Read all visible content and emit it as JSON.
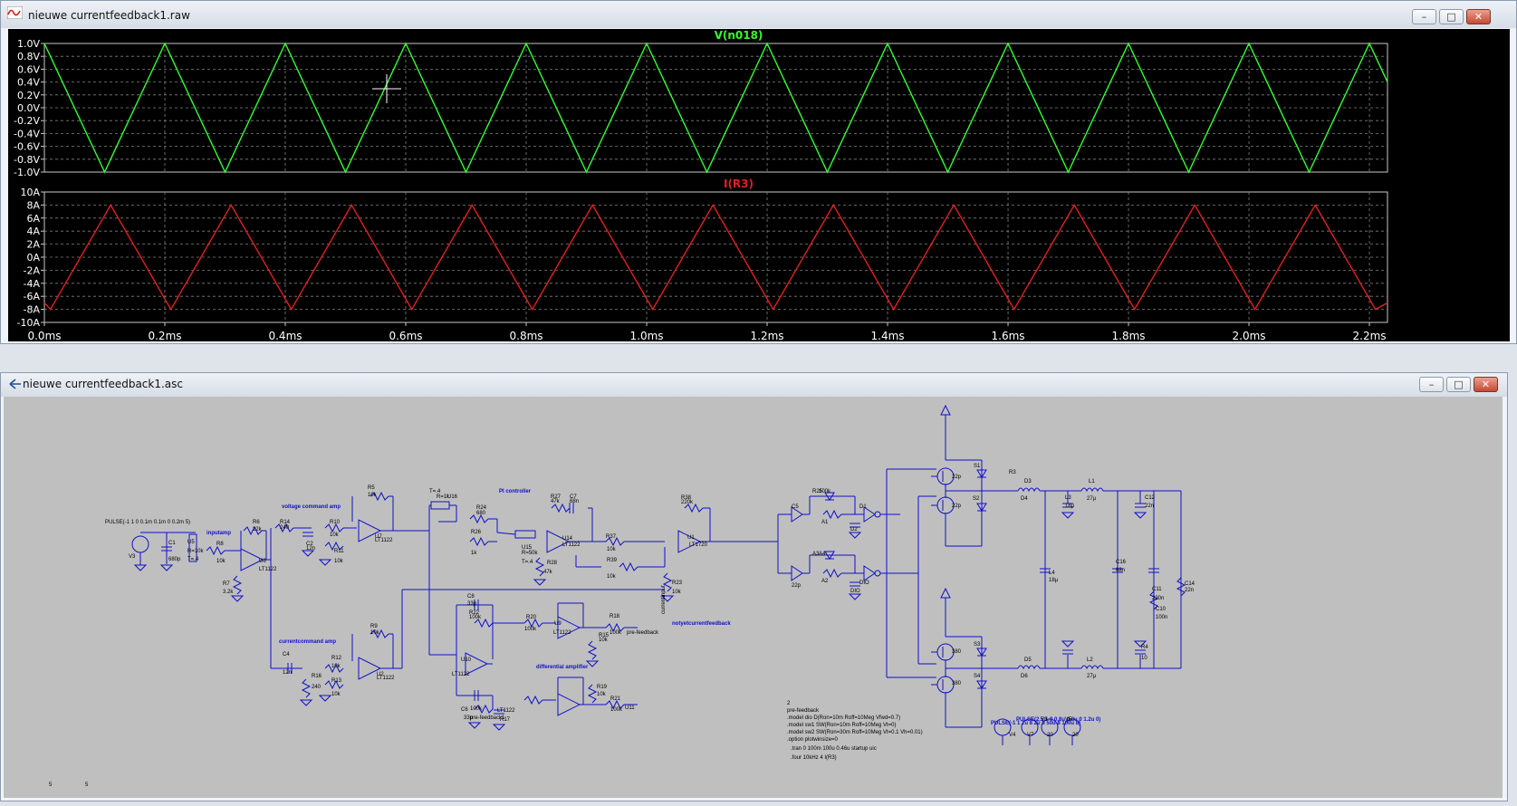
{
  "waveform_window": {
    "title": "nieuwe currentfeedback1.raw",
    "controls": {
      "minimize": "–",
      "maximize": "□",
      "close": "✕"
    }
  },
  "schematic_window": {
    "title": "nieuwe currentfeedback1.asc",
    "controls": {
      "minimize": "–",
      "maximize": "□",
      "close": "✕"
    }
  },
  "chart_data": [
    {
      "type": "line",
      "title": "V(n018)",
      "color": "#33ff33",
      "y_ticks": [
        "1.0V",
        "0.8V",
        "0.6V",
        "0.4V",
        "0.2V",
        "0.0V",
        "-0.2V",
        "-0.4V",
        "-0.6V",
        "-0.8V",
        "-1.0V"
      ],
      "ylim": [
        -1.0,
        1.0
      ],
      "xlim_ms": [
        0,
        2.23
      ],
      "x_ticks": [
        "0.0ms",
        "0.2ms",
        "0.4ms",
        "0.6ms",
        "0.8ms",
        "1.0ms",
        "1.2ms",
        "1.4ms",
        "1.6ms",
        "1.8ms",
        "2.0ms",
        "2.2ms"
      ],
      "series": [
        {
          "name": "V(n018)",
          "x_ms": [
            0,
            0.1,
            0.2,
            0.3,
            0.4,
            0.5,
            0.6,
            0.7,
            0.8,
            0.9,
            1.0,
            1.1,
            1.2,
            1.3,
            1.4,
            1.5,
            1.6,
            1.7,
            1.8,
            1.9,
            2.0,
            2.1,
            2.2,
            2.23
          ],
          "y": [
            1,
            -1,
            1,
            -1,
            1,
            -1,
            1,
            -1,
            1,
            -1,
            1,
            -1,
            1,
            -1,
            1,
            -1,
            1,
            -1,
            1,
            -1,
            1,
            -1,
            1,
            0.4
          ]
        }
      ]
    },
    {
      "type": "line",
      "title": "I(R3)",
      "color": "#e02020",
      "y_ticks": [
        "10A",
        "8A",
        "6A",
        "4A",
        "2A",
        "0A",
        "-2A",
        "-4A",
        "-6A",
        "-8A",
        "-10A"
      ],
      "ylim": [
        -10,
        10
      ],
      "xlim_ms": [
        0,
        2.23
      ],
      "x_ticks": [
        "0.0ms",
        "0.2ms",
        "0.4ms",
        "0.6ms",
        "0.8ms",
        "1.0ms",
        "1.2ms",
        "1.4ms",
        "1.6ms",
        "1.8ms",
        "2.0ms",
        "2.2ms"
      ],
      "series": [
        {
          "name": "I(R3)",
          "x_ms": [
            0,
            0.01,
            0.11,
            0.21,
            0.31,
            0.41,
            0.51,
            0.61,
            0.71,
            0.81,
            0.91,
            1.01,
            1.11,
            1.21,
            1.31,
            1.41,
            1.51,
            1.61,
            1.71,
            1.81,
            1.91,
            2.01,
            2.11,
            2.21,
            2.23
          ],
          "y": [
            -7,
            -8,
            8,
            -8,
            8,
            -8,
            8,
            -8,
            8,
            -8,
            8,
            -8,
            8,
            -8,
            8,
            -8,
            8,
            -8,
            8,
            -8,
            8,
            -8,
            8,
            -8,
            -7
          ]
        }
      ]
    }
  ],
  "schematic": {
    "labels": [
      {
        "text": "PULSE(-1 1 0 0.1m 0.1m 0 0.2m 5)",
        "blue": false
      },
      {
        "text": "V3",
        "blue": false
      },
      {
        "text": "C1",
        "blue": false
      },
      {
        "text": "680p",
        "blue": false
      },
      {
        "text": "U5",
        "blue": false
      },
      {
        "text": "R=10k",
        "blue": false
      },
      {
        "text": "T=.4",
        "blue": false
      },
      {
        "text": "R8",
        "blue": false
      },
      {
        "text": "10k",
        "blue": false
      },
      {
        "text": "inputamp",
        "blue": true
      },
      {
        "text": "R6",
        "blue": false
      },
      {
        "text": "22k",
        "blue": false
      },
      {
        "text": "U6",
        "blue": false
      },
      {
        "text": "LT1122",
        "blue": false
      },
      {
        "text": "R7",
        "blue": false
      },
      {
        "text": "3.2k",
        "blue": false
      },
      {
        "text": "R14",
        "blue": false
      },
      {
        "text": "240",
        "blue": false
      },
      {
        "text": "voltage command amp",
        "blue": true
      },
      {
        "text": "C2",
        "blue": false
      },
      {
        "text": "12n",
        "blue": false
      },
      {
        "text": "R10",
        "blue": false
      },
      {
        "text": "10k",
        "blue": false
      },
      {
        "text": "R11",
        "blue": false
      },
      {
        "text": "10k",
        "blue": false
      },
      {
        "text": "R5",
        "blue": false
      },
      {
        "text": "10k",
        "blue": false
      },
      {
        "text": "U7",
        "blue": false
      },
      {
        "text": "LT1122",
        "blue": false
      },
      {
        "text": "currentcommand amp",
        "blue": true
      },
      {
        "text": "C4",
        "blue": false
      },
      {
        "text": "12n",
        "blue": false
      },
      {
        "text": "R16",
        "blue": false
      },
      {
        "text": "240",
        "blue": false
      },
      {
        "text": "R12",
        "blue": false
      },
      {
        "text": "10k",
        "blue": false
      },
      {
        "text": "R13",
        "blue": false
      },
      {
        "text": "10k",
        "blue": false
      },
      {
        "text": "R9",
        "blue": false
      },
      {
        "text": "10k",
        "blue": false
      },
      {
        "text": "U2",
        "blue": false
      },
      {
        "text": "LT1122",
        "blue": false
      },
      {
        "text": "T=.4",
        "blue": false
      },
      {
        "text": "R=1k",
        "blue": false
      },
      {
        "text": "U16",
        "blue": false
      },
      {
        "text": "R24",
        "blue": false
      },
      {
        "text": "680",
        "blue": false
      },
      {
        "text": "R26",
        "blue": false
      },
      {
        "text": "1k",
        "blue": false
      },
      {
        "text": "PI controller",
        "blue": true
      },
      {
        "text": "R27",
        "blue": false
      },
      {
        "text": "47k",
        "blue": false
      },
      {
        "text": "C7",
        "blue": false
      },
      {
        "text": "68n",
        "blue": false
      },
      {
        "text": "U14",
        "blue": false
      },
      {
        "text": "LT1122",
        "blue": false
      },
      {
        "text": "U15",
        "blue": false
      },
      {
        "text": "R=50k",
        "blue": false
      },
      {
        "text": "T=.4",
        "blue": false
      },
      {
        "text": "R28",
        "blue": false
      },
      {
        "text": "47k",
        "blue": false
      },
      {
        "text": "R37",
        "blue": false
      },
      {
        "text": "10k",
        "blue": false
      },
      {
        "text": "R39",
        "blue": false
      },
      {
        "text": "10k",
        "blue": false
      },
      {
        "text": "R38",
        "blue": false
      },
      {
        "text": "220k",
        "blue": false
      },
      {
        "text": "U1",
        "blue": false
      },
      {
        "text": "LT1720",
        "blue": false
      },
      {
        "text": "R23",
        "blue": false
      },
      {
        "text": "10k",
        "blue": false
      },
      {
        "text": "currentinput",
        "blue": false
      },
      {
        "text": "notyetcurrentfeedback",
        "blue": true
      },
      {
        "text": "C8",
        "blue": false
      },
      {
        "text": "33p",
        "blue": false
      },
      {
        "text": "R22",
        "blue": false
      },
      {
        "text": "100k",
        "blue": false
      },
      {
        "text": "R20",
        "blue": false
      },
      {
        "text": "100k",
        "blue": false
      },
      {
        "text": "U9",
        "blue": false
      },
      {
        "text": "LT1122",
        "blue": false
      },
      {
        "text": "R18",
        "blue": false
      },
      {
        "text": "100k",
        "blue": false
      },
      {
        "text": "pre-feedback",
        "blue": false
      },
      {
        "text": "R15",
        "blue": false
      },
      {
        "text": "10k",
        "blue": false
      },
      {
        "text": "differential amplifier",
        "blue": true
      },
      {
        "text": "U10",
        "blue": false
      },
      {
        "text": "LT1122",
        "blue": false
      },
      {
        "text": "R19",
        "blue": false
      },
      {
        "text": "10k",
        "blue": false
      },
      {
        "text": "C6",
        "blue": false
      },
      {
        "text": "33p",
        "blue": false
      },
      {
        "text": "R21",
        "blue": false
      },
      {
        "text": "100k",
        "blue": false
      },
      {
        "text": "U11",
        "blue": false
      },
      {
        "text": "LT1122",
        "blue": false
      },
      {
        "text": "R17",
        "blue": false
      },
      {
        "text": "100k",
        "blue": false
      },
      {
        "text": "pre-feedback1",
        "blue": false
      },
      {
        "text": "C5",
        "blue": false
      },
      {
        "text": "22p",
        "blue": false
      },
      {
        "text": "R25",
        "blue": false
      },
      {
        "text": "100k",
        "blue": false
      },
      {
        "text": "A3",
        "blue": false
      },
      {
        "text": "A4",
        "blue": false
      },
      {
        "text": "D1",
        "blue": false
      },
      {
        "text": "DIO",
        "blue": false
      },
      {
        "text": "D2",
        "blue": false
      },
      {
        "text": "DIO",
        "blue": false
      },
      {
        "text": "A1",
        "blue": false
      },
      {
        "text": "A2",
        "blue": false
      },
      {
        "text": "22p",
        "blue": false
      },
      {
        "text": "22p",
        "blue": false
      },
      {
        "text": "380",
        "blue": false
      },
      {
        "text": "380",
        "blue": false
      },
      {
        "text": "S1",
        "blue": false
      },
      {
        "text": "S2",
        "blue": false
      },
      {
        "text": "S3",
        "blue": false
      },
      {
        "text": "S4",
        "blue": false
      },
      {
        "text": "D3",
        "blue": false
      },
      {
        "text": "D4",
        "blue": false
      },
      {
        "text": "D5",
        "blue": false
      },
      {
        "text": "D6",
        "blue": false
      },
      {
        "text": "L1",
        "blue": false
      },
      {
        "text": "27µ",
        "blue": false
      },
      {
        "text": "L2",
        "blue": false
      },
      {
        "text": "27µ",
        "blue": false
      },
      {
        "text": "L3",
        "blue": false
      },
      {
        "text": "18µ",
        "blue": false
      },
      {
        "text": "L4",
        "blue": false
      },
      {
        "text": "18µ",
        "blue": false
      },
      {
        "text": "C16",
        "blue": false
      },
      {
        "text": "68n",
        "blue": false
      },
      {
        "text": "C12",
        "blue": false
      },
      {
        "text": "22n",
        "blue": false
      },
      {
        "text": "C11",
        "blue": false
      },
      {
        "text": "220n",
        "blue": false
      },
      {
        "text": "C10",
        "blue": false
      },
      {
        "text": "100n",
        "blue": false
      },
      {
        "text": "R4",
        "blue": false
      },
      {
        "text": "10",
        "blue": false
      },
      {
        "text": "C14",
        "blue": false
      },
      {
        "text": "22n",
        "blue": false
      },
      {
        "text": "R3",
        "blue": false
      },
      {
        "text": "2",
        "blue": false
      },
      {
        "text": "pre-feedback",
        "blue": false
      },
      {
        "text": ".model dio D(Ron=10m Roff=10Meg Vfwd=0.7)",
        "blue": false
      },
      {
        "text": ".model sw1 SW(Ron=10m Roff=10Meg Vt=0)",
        "blue": false
      },
      {
        "text": ".model sw2 SW(Ron=30m Roff=10Meg Vt=0.1 Vh=0.01)",
        "blue": false
      },
      {
        "text": ".option plotwinsize=0",
        "blue": false
      },
      {
        "text": ".tran 0 100m 100u 0.46u startup uic",
        "blue": false
      },
      {
        "text": ".four 10kHz 4 I(R3)",
        "blue": false
      },
      {
        "text": "PULSE(-1 1 2u 8 2u 8 50u 8 100u 8)",
        "blue": true
      },
      {
        "text": "PULSE(2.5 1 0 0.8u 0.8u 0 1.2u 0)",
        "blue": true
      },
      {
        "text": "V8",
        "blue": false
      },
      {
        "text": "V5",
        "blue": false
      },
      {
        "text": "V4",
        "blue": false
      },
      {
        "text": "V7",
        "blue": false
      },
      {
        "text": "20",
        "blue": false
      },
      {
        "text": "20",
        "blue": false
      },
      {
        "text": "5",
        "blue": false
      },
      {
        "text": "5",
        "blue": false
      }
    ]
  }
}
